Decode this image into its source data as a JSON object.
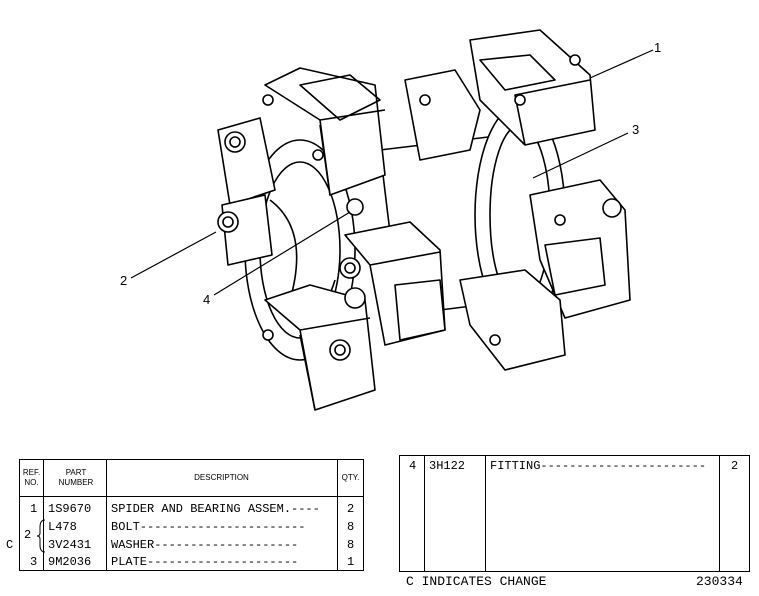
{
  "callouts": [
    "1",
    "2",
    "3",
    "4"
  ],
  "parts_table": {
    "headers": {
      "ref": "REF. NO.",
      "part": "PART NUMBER",
      "desc": "DESCRIPTION",
      "qty": "QTY."
    },
    "change_marker": "C",
    "group_ref": "2",
    "rows": [
      {
        "ref": "1",
        "part": "1S9670",
        "desc": "SPIDER AND BEARING ASSEM.----",
        "qty": "2"
      },
      {
        "ref": "",
        "part": "L478",
        "desc": "BOLT-----------------------",
        "qty": "8"
      },
      {
        "ref": "",
        "part": "3V2431",
        "desc": "WASHER--------------------",
        "qty": "8"
      },
      {
        "ref": "3",
        "part": "9M2036",
        "desc": "PLATE---------------------",
        "qty": "1"
      }
    ]
  },
  "parts_table_2": {
    "rows": [
      {
        "ref": "4",
        "part": "3H122",
        "desc": "FITTING-----------------------",
        "qty": "2"
      }
    ]
  },
  "footer": {
    "note": "C INDICATES CHANGE",
    "number": "230334"
  }
}
